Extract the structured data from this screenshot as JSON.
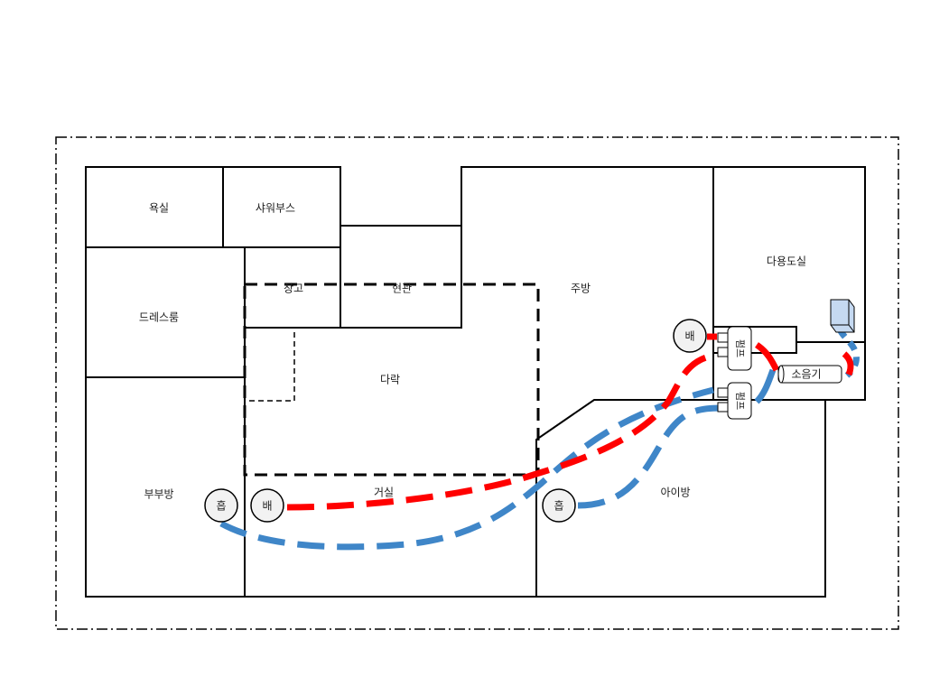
{
  "rooms": {
    "bathroom": "욕실",
    "shower_booth": "샤워부스",
    "dressroom": "드레스룸",
    "storage": "창고",
    "entrance": "현관",
    "kitchen": "주방",
    "utility_room": "다용도실",
    "attic": "다락",
    "master_bedroom": "부부방",
    "living_room": "거실",
    "kids_room": "아이방"
  },
  "devices": {
    "exhaust": "배",
    "intake": "흡",
    "pump": "펌프",
    "silencer": "소음기"
  },
  "colors": {
    "exhaust_duct": "#ff0000",
    "intake_duct": "#3f86c8",
    "unit": "#c5d9f1"
  }
}
